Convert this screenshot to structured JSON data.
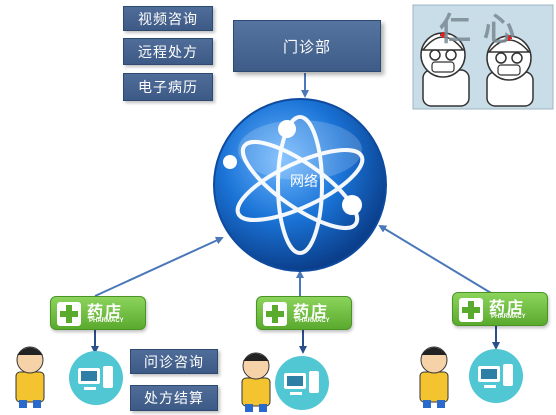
{
  "left_features": [
    "视频咨询",
    "远程处方",
    "电子病历"
  ],
  "clinic": {
    "label": "门诊部"
  },
  "network": {
    "label": "网络"
  },
  "banner": {
    "text": "仁心"
  },
  "pharmacies": [
    {
      "name": "药店",
      "sub": "PHARMACY"
    },
    {
      "name": "药店",
      "sub": "PHARMACY"
    },
    {
      "name": "药店",
      "sub": "PHARMACY"
    }
  ],
  "bottom_features": [
    "问诊咨询",
    "处方结算"
  ],
  "colors": {
    "box": "#3d5a86",
    "pharmacy": "#5aaa2e",
    "arrow": "#4a78b8",
    "globe": "#1565c8"
  }
}
